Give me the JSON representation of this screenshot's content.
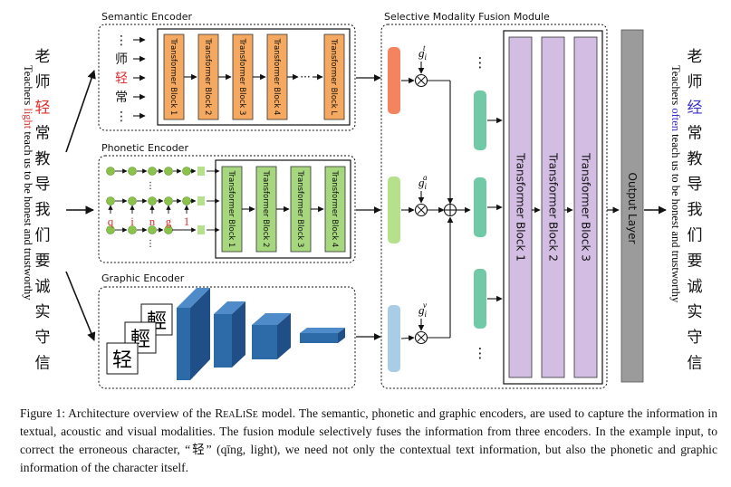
{
  "encoders": {
    "semantic": {
      "title": "Semantic Encoder",
      "tokens": [
        "⋮",
        "师",
        "轻",
        "常",
        "⋮"
      ],
      "blocks": [
        "Transformer Block 1",
        "Transformer Block 2",
        "Transformer Block 3",
        "Transformer Block 4",
        "Transformer Block L"
      ],
      "ellipsis": "···"
    },
    "phonetic": {
      "title": "Phonetic Encoder",
      "letters": [
        "q",
        "i",
        "n",
        "g",
        "1"
      ],
      "blocks": [
        "Transformer Block 1",
        "Transformer Block 2",
        "Transformer Block 3",
        "Transformer Block 4"
      ]
    },
    "graphic": {
      "title": "Graphic Encoder",
      "glyphs": [
        "輕",
        "輕",
        "轻"
      ]
    }
  },
  "fusion": {
    "title": "Selective Modality Fusion Module",
    "gates": [
      {
        "symbol": "g",
        "sub": "i",
        "sup": "t"
      },
      {
        "symbol": "g",
        "sub": "i",
        "sup": "a"
      },
      {
        "symbol": "g",
        "sub": "i",
        "sup": "v"
      }
    ],
    "blocks": [
      "Transformer Block 1",
      "Transformer Block 2",
      "Transformer Block 3"
    ],
    "ellipsis_top": "⋮",
    "ellipsis_bottom": "⋮"
  },
  "output_layer": "Output Layer",
  "input": {
    "chars": [
      "老",
      "师",
      "轻",
      "常",
      "教",
      "导",
      "我",
      "们",
      "要",
      "诚",
      "实",
      "守",
      "信"
    ],
    "translation_before": "Teachers ",
    "translation_highlight": "light",
    "translation_after": " teach us to be honest and trustworthy"
  },
  "output": {
    "chars": [
      "老",
      "师",
      "经",
      "常",
      "教",
      "导",
      "我",
      "们",
      "要",
      "诚",
      "实",
      "守",
      "信"
    ],
    "translation_before": "Teachers ",
    "translation_highlight": "often",
    "translation_after": " teach us to be honest and trustworthy"
  },
  "caption": {
    "prefix": "Figure 1: Architecture overview of the ",
    "model": "ReaLiSe",
    "suffix": " model. The semantic, phonetic and graphic encoders, are used to capture the information in textual, acoustic and visual modalities. The fusion module selectively fuses the information from three encoders. In the example input, to correct the erroneous character, “轻” (qīng, light), we need not only the contextual text information, but also the phonetic and graphic information of the character itself."
  },
  "colors": {
    "orange_block": "#f5a85f",
    "green_block": "#a6d77f",
    "purple_block": "#d3bde3",
    "gray_block": "#9b9b9b",
    "highlight_red": "#e03030",
    "highlight_blue": "#3a2fd0",
    "semantic_vec": "#f4845f",
    "phonetic_vec": "#b7e08c",
    "graphic_vec": "#a9cde6",
    "fusion_vec": "#72c9a8",
    "cube": "#2d6aa8"
  }
}
